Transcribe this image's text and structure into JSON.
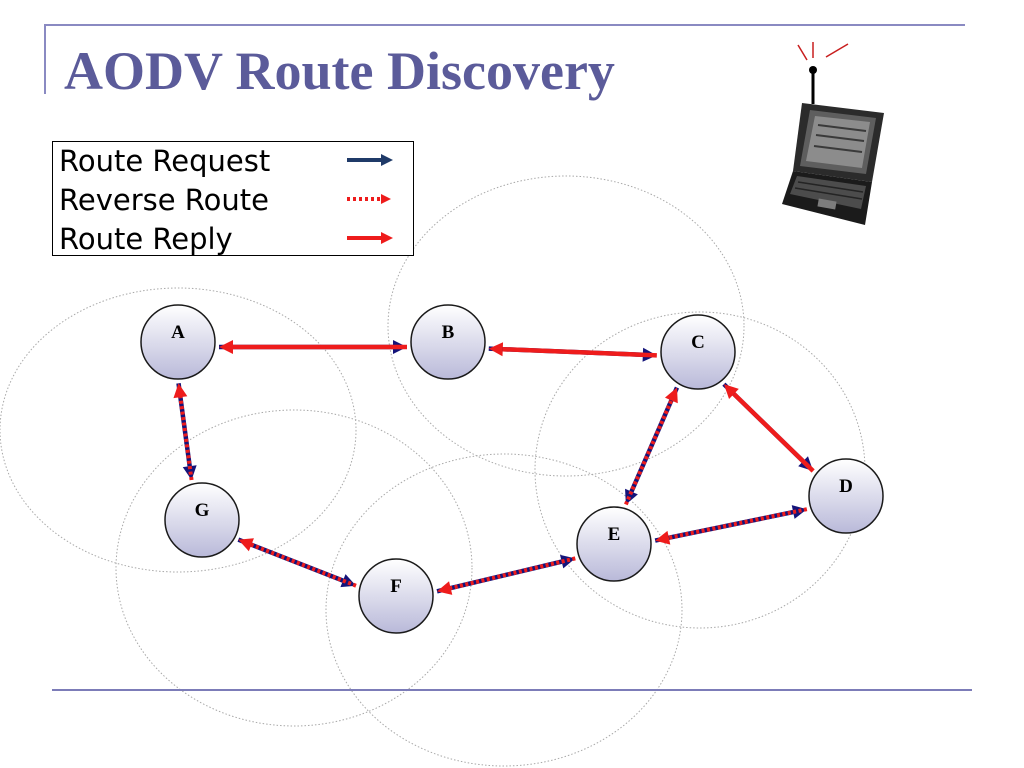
{
  "slide": {
    "title": "AODV Route Discovery"
  },
  "legend": {
    "items": [
      {
        "label": "Route Request",
        "style": "solid",
        "color": "#1f3a68"
      },
      {
        "label": "Reverse Route",
        "style": "dotted",
        "color": "#ee1c1c"
      },
      {
        "label": "Route Reply",
        "style": "solid",
        "color": "#ee1c1c"
      }
    ]
  },
  "colors": {
    "route_request": "#14147a",
    "reverse_route": "#ee1c1c",
    "route_reply": "#ee1c1c",
    "accent": "#5b5b9a",
    "node_fill_top": "#ffffff",
    "node_fill_bottom": "#b9b9d9"
  },
  "nodes": [
    {
      "id": "A",
      "label": "A"
    },
    {
      "id": "B",
      "label": "B"
    },
    {
      "id": "C",
      "label": "C"
    },
    {
      "id": "D",
      "label": "D"
    },
    {
      "id": "E",
      "label": "E"
    },
    {
      "id": "F",
      "label": "F"
    },
    {
      "id": "G",
      "label": "G"
    }
  ],
  "links": [
    {
      "from": "A",
      "to": "B",
      "type": "route_request"
    },
    {
      "from": "B",
      "to": "A",
      "type": "route_reply"
    },
    {
      "from": "B",
      "to": "C",
      "type": "route_request"
    },
    {
      "from": "C",
      "to": "B",
      "type": "route_reply"
    },
    {
      "from": "C",
      "to": "D",
      "type": "route_request"
    },
    {
      "from": "D",
      "to": "C",
      "type": "route_reply"
    },
    {
      "from": "A",
      "to": "G",
      "type": "route_request"
    },
    {
      "from": "G",
      "to": "A",
      "type": "reverse_route"
    },
    {
      "from": "G",
      "to": "F",
      "type": "route_request"
    },
    {
      "from": "F",
      "to": "G",
      "type": "reverse_route"
    },
    {
      "from": "F",
      "to": "E",
      "type": "route_request"
    },
    {
      "from": "E",
      "to": "F",
      "type": "reverse_route"
    },
    {
      "from": "E",
      "to": "D",
      "type": "route_request"
    },
    {
      "from": "D",
      "to": "E",
      "type": "reverse_route"
    },
    {
      "from": "C",
      "to": "E",
      "type": "route_request"
    },
    {
      "from": "E",
      "to": "C",
      "type": "reverse_route"
    }
  ],
  "icons": {
    "laptop": "laptop-icon"
  }
}
